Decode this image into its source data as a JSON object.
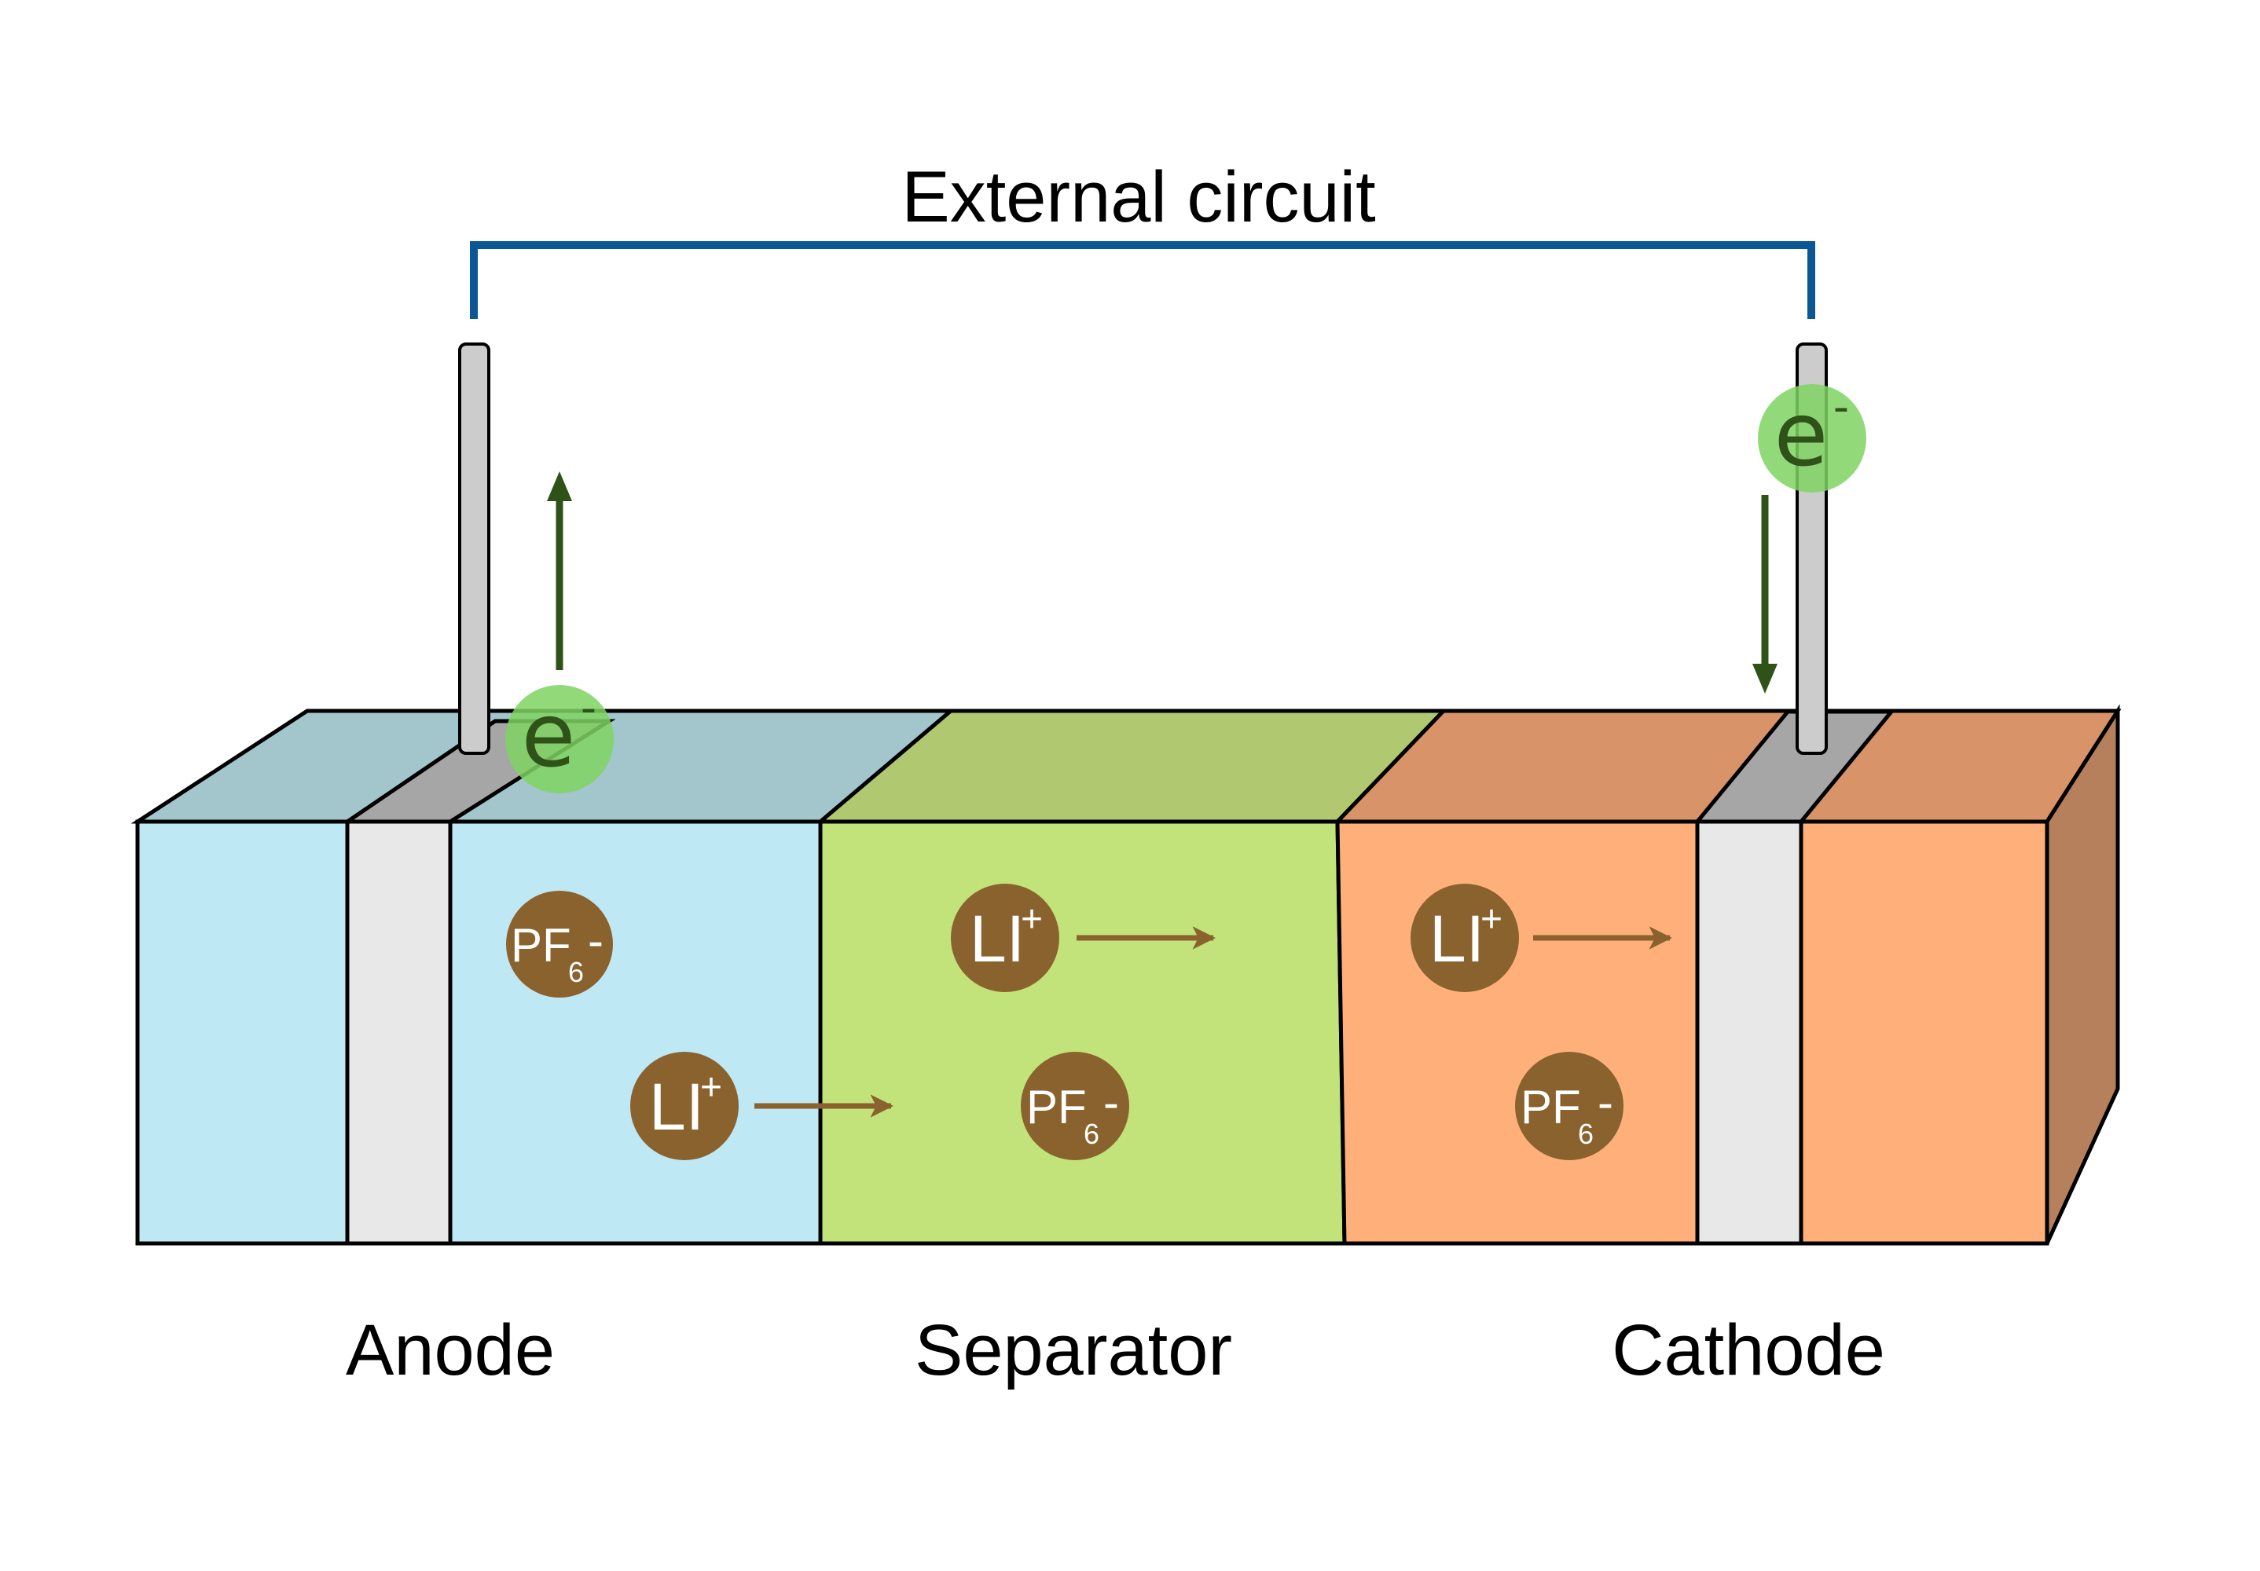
{
  "title": "External circuit",
  "labels": {
    "anode": "Anode",
    "separator": "Separator",
    "cathode": "Cathode"
  },
  "ions": {
    "lithium": {
      "symbol": "LI",
      "charge": "+"
    },
    "hexafluorophosphate": {
      "symbol": "PF",
      "subscript": "6",
      "charge": "-"
    }
  },
  "electron": {
    "symbol": "e",
    "charge": "-"
  },
  "colors": {
    "circuit_wire": "#0b5796",
    "anode_front": "#bfe8f5",
    "anode_top": "#a3c6cc",
    "separator_front": "#c2e27a",
    "separator_top": "#b0c870",
    "cathode_front": "#ffb07a",
    "cathode_top": "#d89468",
    "cathode_side": "#b6805c",
    "collector_front": "#e8e8e8",
    "collector_top": "#a6a6a6",
    "terminal": "#cccccc",
    "ion_fill": "#8a622d",
    "electron_fill": "#7fd461",
    "electron_arrow": "#2f5219"
  }
}
